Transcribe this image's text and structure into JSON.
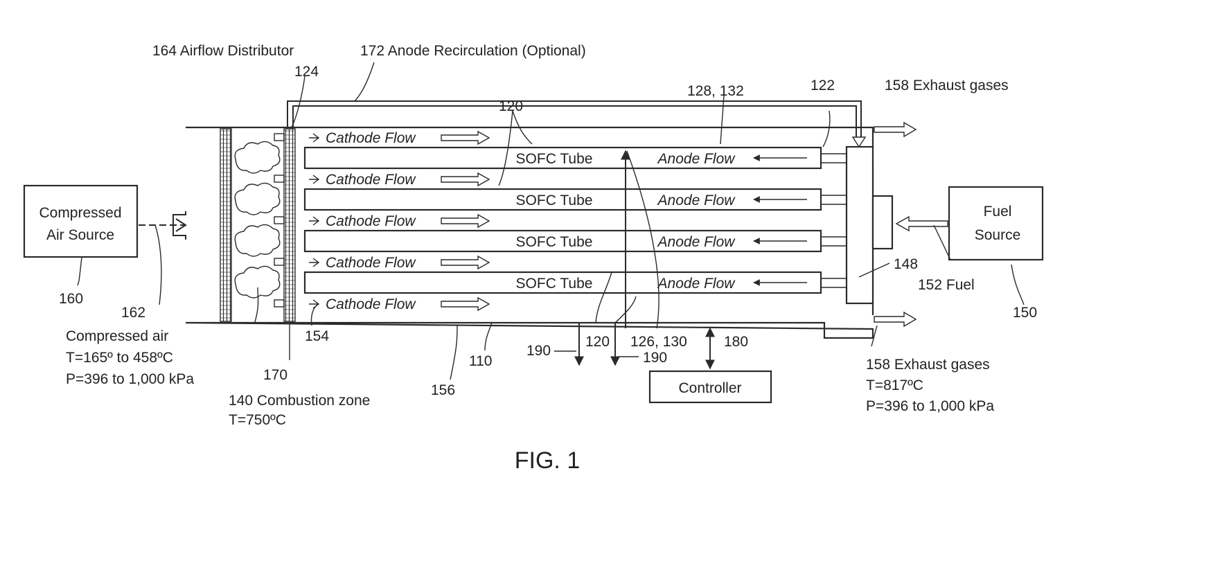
{
  "figure": {
    "title": "FIG. 1",
    "components": {
      "compressed_air_source": [
        "Compressed",
        "Air Source"
      ],
      "fuel_source": [
        "Fuel",
        "Source"
      ],
      "controller": "Controller",
      "sofc_tube": "SOFC Tube",
      "cathode_flow": "Cathode Flow",
      "anode_flow": "Anode Flow"
    },
    "callouts": {
      "airflow_distributor": "164 Airflow Distributor",
      "anode_recirculation": "172 Anode Recirculation (Optional)",
      "r124": "124",
      "r120_top": "120",
      "r128_132": "128, 132",
      "r122": "122",
      "exhaust_top": "158 Exhaust gases",
      "r160": "160",
      "r162": "162",
      "r170": "170",
      "r154": "154",
      "r156": "156",
      "r110": "110",
      "r190_left": "190",
      "r190_right": "190",
      "r120_bottom": "120",
      "r126_130": "126, 130",
      "r180": "180",
      "r148": "148",
      "r152_fuel": "152 Fuel",
      "r150": "150"
    },
    "conditions": {
      "compressed_air": [
        "Compressed air",
        "T=165º to 458ºC",
        "P=396 to 1,000 kPa"
      ],
      "combustion_zone": [
        "140 Combustion zone",
        "T=750ºC"
      ],
      "exhaust_bottom": [
        "158 Exhaust gases",
        "T=817ºC",
        "P=396 to 1,000 kPa"
      ]
    }
  }
}
